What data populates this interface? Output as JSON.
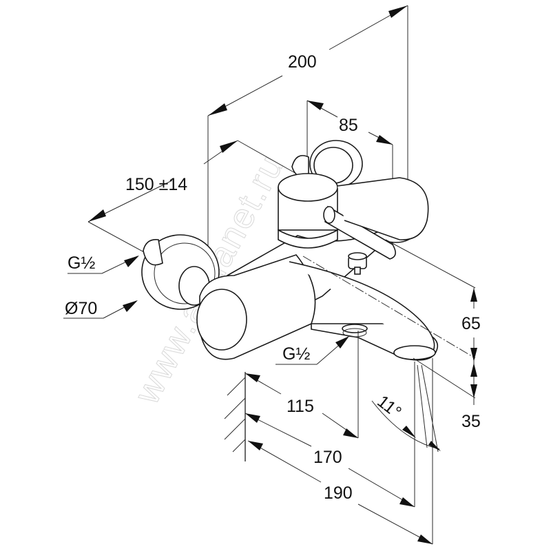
{
  "drawing": {
    "subject": "Wall-mounted single-lever bath mixer with spout and diverter",
    "units": "mm",
    "watermark": "www.aquanet.ru",
    "dimensions": {
      "overall_width": "200",
      "lever_offset": "85",
      "inlet_centers": "150 ±14",
      "inlet_thread": "G½",
      "flange_diameter": "Ø70",
      "outlet_thread": "G½",
      "body_height": "65",
      "spout_drop": "35",
      "shower_outlet_projection": "115",
      "spout_projection": "170",
      "spout_tip_projection": "190",
      "spout_angle": "11°"
    }
  }
}
